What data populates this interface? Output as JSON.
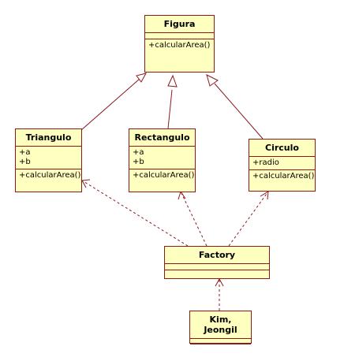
{
  "classes": {
    "figura": {
      "name": "Figura",
      "attributes": [],
      "operations": [
        "+calcularArea()"
      ]
    },
    "triangulo": {
      "name": "Triangulo",
      "attributes": [
        "+a",
        "+b"
      ],
      "operations": [
        "+calcularArea()"
      ]
    },
    "rectangulo": {
      "name": "Rectangulo",
      "attributes": [
        "+a",
        "+b"
      ],
      "operations": [
        "+calcularArea()"
      ]
    },
    "circulo": {
      "name": "Circulo",
      "attributes": [
        "+radio"
      ],
      "operations": [
        "+calcularArea()"
      ]
    },
    "factory": {
      "name": "Factory",
      "attributes": [],
      "operations": []
    },
    "kim": {
      "name": "Kim, Jeongil",
      "attributes": [],
      "operations": []
    }
  },
  "colors": {
    "fill": "#ffffc0",
    "stroke": "#8b1a1a"
  }
}
